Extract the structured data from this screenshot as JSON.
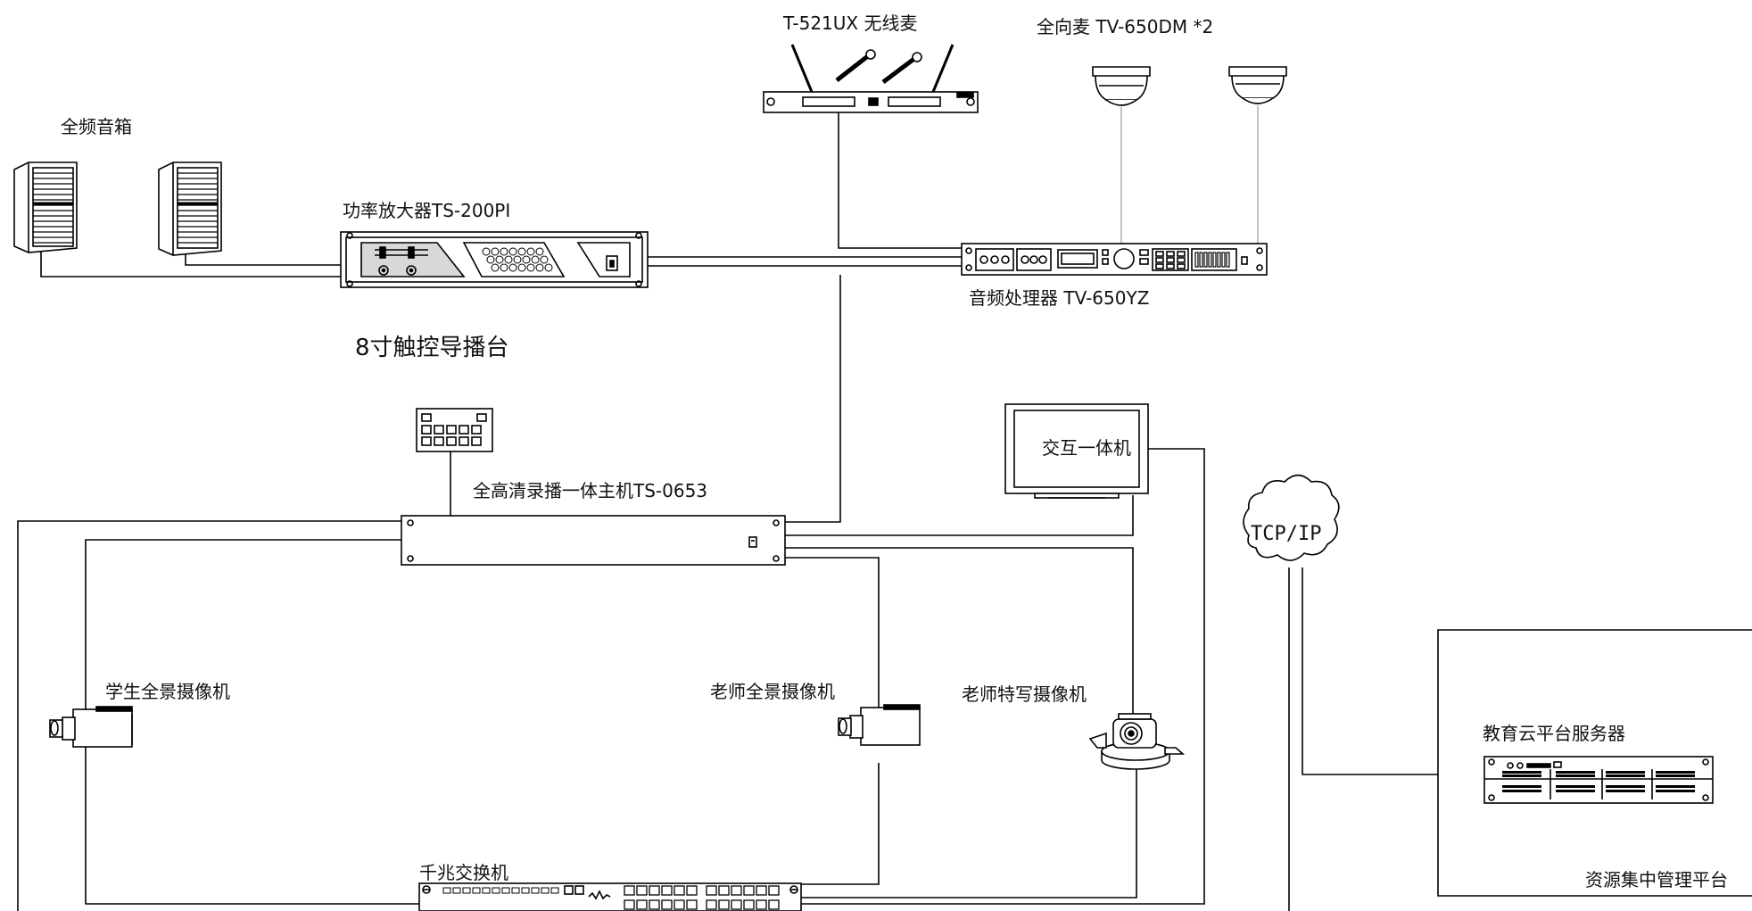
{
  "labels": {
    "wireless_mic": "T-521UX 无线麦",
    "omni_mic": "全向麦 TV-650DM *2",
    "speakers": "全频音箱",
    "amplifier": "功率放大器TS-200PI",
    "audio_processor": "音频处理器 TV-650YZ",
    "touch_console": "8寸触控导播台",
    "interactive_display": "交互一体机",
    "host": "全高清录播一体主机TS-0653",
    "tcpip": "TCP/IP",
    "student_cam": "学生全景摄像机",
    "teacher_cam": "老师全景摄像机",
    "teacher_closeup_cam": "老师特写摄像机",
    "edu_cloud_server": "教育云平台服务器",
    "resource_platform": "资源集中管理平台",
    "switch": "千兆交换机"
  }
}
